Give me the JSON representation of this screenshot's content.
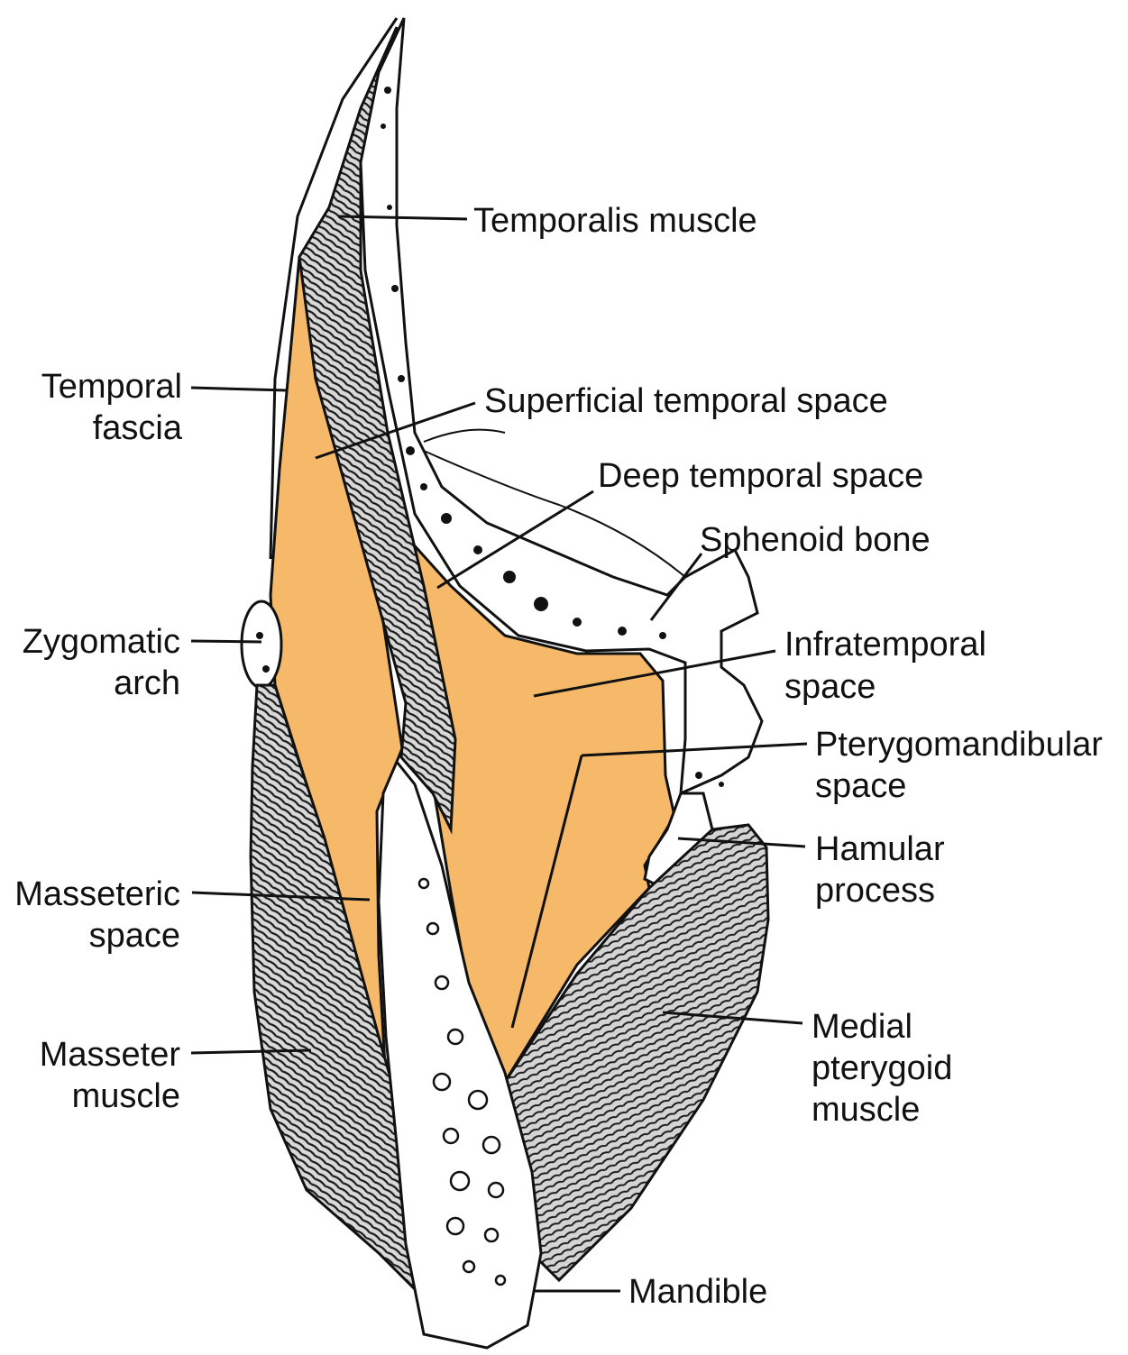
{
  "colors": {
    "space_fill": "#F5B969",
    "muscle_fill": "#8a8a8a",
    "bone_fill": "#ffffff",
    "ink": "#111111"
  },
  "labels": {
    "temporalis_muscle": "Temporalis muscle",
    "temporal_fascia_1": "Temporal",
    "temporal_fascia_2": "fascia",
    "superficial_temporal_space": "Superficial temporal space",
    "deep_temporal_space": "Deep temporal space",
    "sphenoid_bone": "Sphenoid bone",
    "zygomatic_arch_1": "Zygomatic",
    "zygomatic_arch_2": "arch",
    "infratemporal_space_1": "Infratemporal",
    "infratemporal_space_2": "space",
    "pterygomandibular_space_1": "Pterygomandibular",
    "pterygomandibular_space_2": "space",
    "hamular_process_1": "Hamular",
    "hamular_process_2": "process",
    "masseteric_space_1": "Masseteric",
    "masseteric_space_2": "space",
    "medial_pterygoid_muscle_1": "Medial",
    "medial_pterygoid_muscle_2": "pterygoid",
    "medial_pterygoid_muscle_3": "muscle",
    "masseter_muscle_1": "Masseter",
    "masseter_muscle_2": "muscle",
    "mandible": "Mandible"
  }
}
